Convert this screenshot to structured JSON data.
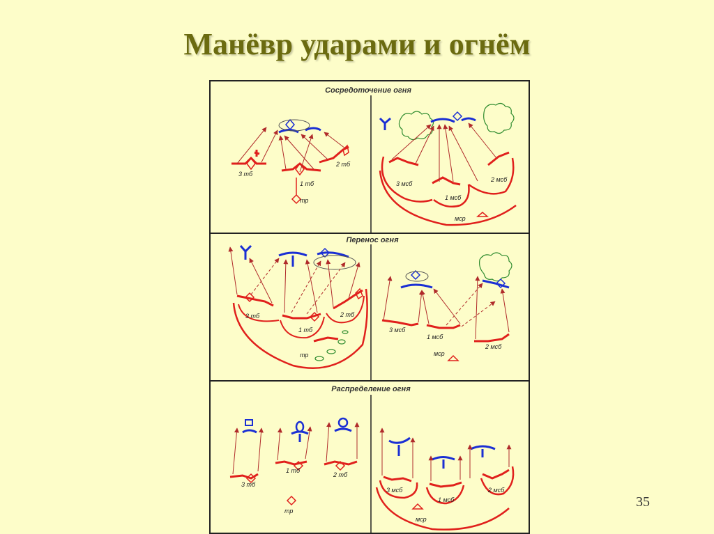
{
  "slide": {
    "title": "Манёвр ударами и огнём",
    "page_number": "35"
  },
  "panels": [
    {
      "heading": "Сосредоточение огня"
    },
    {
      "heading": "Перенос огня"
    },
    {
      "heading": "Распределение огня"
    }
  ],
  "labels": {
    "tb3": "3 тб",
    "tb2": "2 тб",
    "tb1": "1 тб",
    "tr": "тр",
    "msb3": "3 мсб",
    "msb1": "1 мсб",
    "msb2": "2 мсб",
    "msr": "мср"
  },
  "colors": {
    "background": "#fdfdc9",
    "title": "#6b6b10",
    "own_forces": "#e0201c",
    "enemy": "#1a2fd4",
    "fire_arrow": "#b02a2a",
    "terrain": "#2e8b2e"
  }
}
